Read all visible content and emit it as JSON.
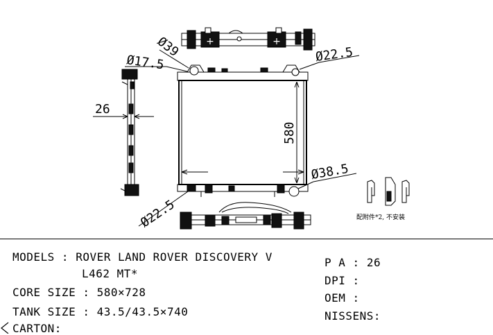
{
  "drawing": {
    "dims": {
      "d39": "Ø39",
      "d17_5": "Ø17.5",
      "d22_5_top": "Ø22.5",
      "w26": "26",
      "h580": "580",
      "d38_5": "Ø38.5",
      "d22_5_bottom": "Ø22.5"
    },
    "accessory_note": "配附件*2, 不安装"
  },
  "spec": {
    "models_label": "MODELS :",
    "models_value": "ROVER LAND ROVER DISCOVERY V",
    "models_value_line2": "L462 MT*",
    "core_size_label": "CORE SIZE :",
    "core_size_value": "580×728",
    "tank_size_label": "TANK SIZE :",
    "tank_size_value": "43.5/43.5×740",
    "carton_label": "CARTON:",
    "pa_label": "P A :",
    "pa_value": "26",
    "dpi_label": "DPI :",
    "dpi_value": "",
    "oem_label": "OEM :",
    "oem_value": "",
    "nissens_label": "NISSENS:",
    "nissens_value": ""
  }
}
